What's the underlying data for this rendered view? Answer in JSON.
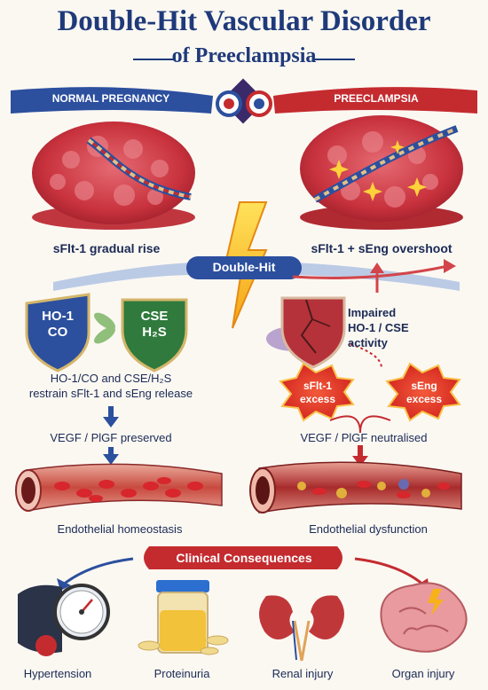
{
  "title": {
    "line1": "Double-Hit Vascular Disorder",
    "line2": "of Preeclampsia"
  },
  "banners": {
    "left": "NORMAL PREGNANCY",
    "right": "PREECLAMPSIA",
    "center": "Double-Hit",
    "consequences": "Clinical Consequences"
  },
  "left": {
    "placenta_caption": "sFlt-1 gradual rise",
    "shield1": {
      "line1": "HO-1",
      "line2": "CO"
    },
    "shield2": {
      "line1": "CSE",
      "line2": "H₂S"
    },
    "restrain": {
      "line1": "HO-1/CO and CSE/H₂S",
      "line2": "restrain sFlt-1 and sEng release"
    },
    "vegf": "VEGF / PlGF preserved",
    "vessel_caption": "Endothelial homeostasis"
  },
  "right": {
    "placenta_caption": "sFlt-1 + sEng overshoot",
    "impaired": {
      "line1": "Impaired",
      "line2": "HO-1 / CSE",
      "line3": "activity"
    },
    "burst1": {
      "line1": "sFlt-1",
      "line2": "excess"
    },
    "burst2": {
      "line1": "sEng",
      "line2": "excess"
    },
    "vegf": "VEGF / PlGF neutralised",
    "vessel_caption": "Endothelial dysfunction"
  },
  "consequences": [
    "Hypertension",
    "Proteinuria",
    "Renal injury",
    "Organ injury"
  ],
  "colors": {
    "navy": "#1f3a7a",
    "red": "#c42b2f",
    "green": "#2f7a3c"
  }
}
